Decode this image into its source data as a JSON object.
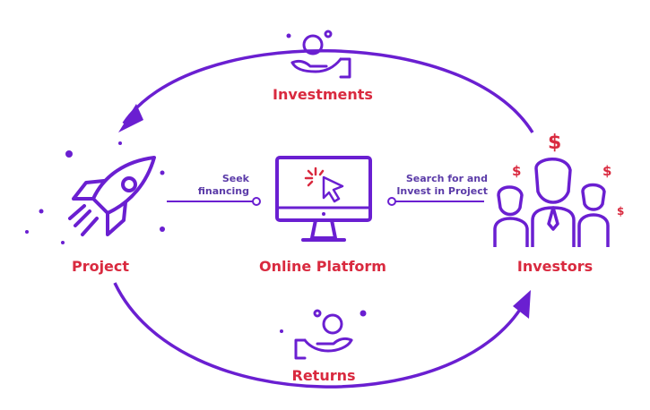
{
  "colors": {
    "primary": "#6a1fd1",
    "accent": "#d92a3f",
    "muted": "#5b3ba8"
  },
  "nodes": {
    "project": {
      "label": "Project",
      "icon": "rocket-icon"
    },
    "platform": {
      "label": "Online Platform",
      "icon": "monitor-cursor-icon"
    },
    "investors": {
      "label": "Investors",
      "icon": "people-group-icon"
    }
  },
  "flows": {
    "investments": {
      "label": "Investments",
      "icon": "hand-coin-icon"
    },
    "returns": {
      "label": "Returns",
      "icon": "hand-coin-icon"
    }
  },
  "connectors": {
    "project_link": {
      "line1": "Seek",
      "line2": "financing"
    },
    "investors_link": {
      "line1": "Search for and",
      "line2": "Invest in Project"
    }
  },
  "symbols": {
    "dollar": "$"
  }
}
